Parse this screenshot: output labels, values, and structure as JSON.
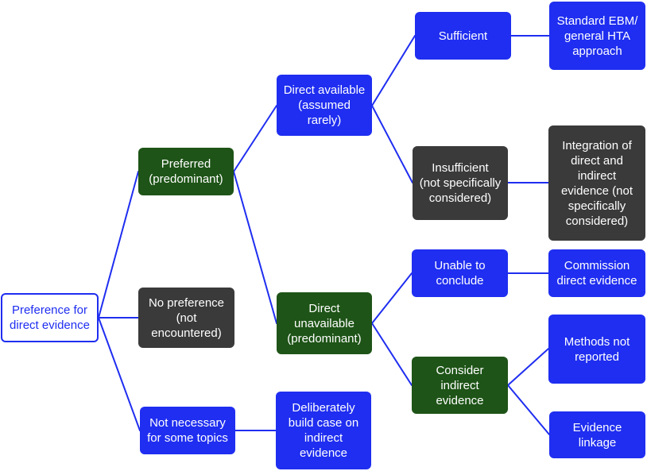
{
  "colors": {
    "edge": "#1f2ef0",
    "blue_node": "#1f2ef0",
    "green_node": "#1e5417",
    "dark_node": "#3a3a3a",
    "outline_text": "#1f2ef0"
  },
  "nodes": {
    "root": "Preference for\ndirect evidence",
    "preferred": "Preferred\n(predominant)",
    "no_preference": "No preference\n(not\nencountered)",
    "not_necessary": "Not necessary\nfor some topics",
    "direct_available": "Direct available\n(assumed\nrarely)",
    "direct_unavailable": "Direct\nunavailable\n(predominant)",
    "deliberately": "Deliberately\nbuild case on\nindirect\nevidence",
    "sufficient": "Sufficient",
    "insufficient": "Insufficient\n(not specifically\nconsidered)",
    "unable": "Unable to\nconclude",
    "consider": "Consider\nindirect\nevidence",
    "standard": "Standard EBM/\ngeneral HTA\napproach",
    "integration": "Integration of\ndirect and\nindirect\nevidence (not\nspecifically\nconsidered)",
    "commission": "Commission\ndirect evidence",
    "methods": "Methods not\nreported",
    "linkage": "Evidence\nlinkage"
  }
}
